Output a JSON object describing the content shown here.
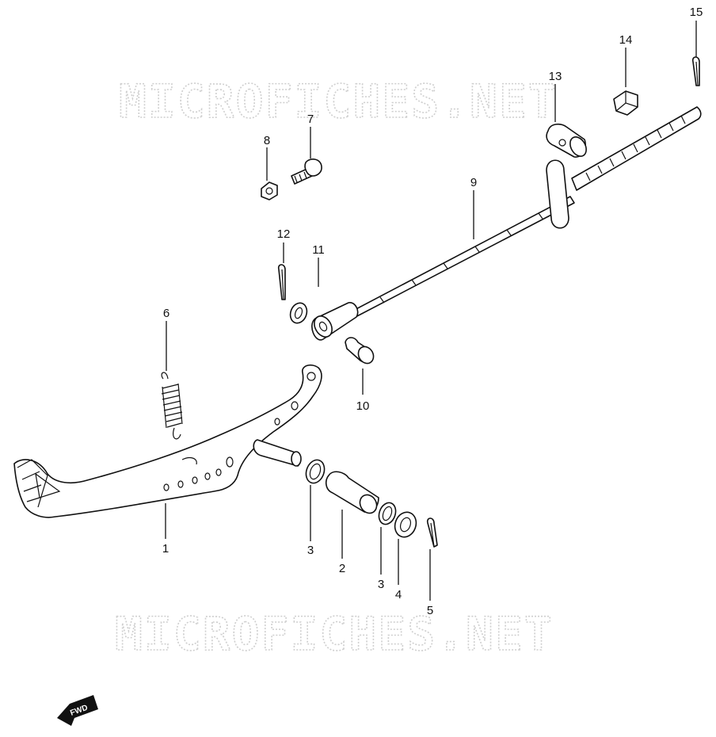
{
  "watermarks": [
    "MICROFICHES.NET",
    "MICROFICHES.NET"
  ],
  "callouts": [
    "1",
    "2",
    "3",
    "3",
    "4",
    "5",
    "6",
    "7",
    "8",
    "9",
    "10",
    "11",
    "12",
    "13",
    "14",
    "15"
  ],
  "fwd_label": "FWD"
}
